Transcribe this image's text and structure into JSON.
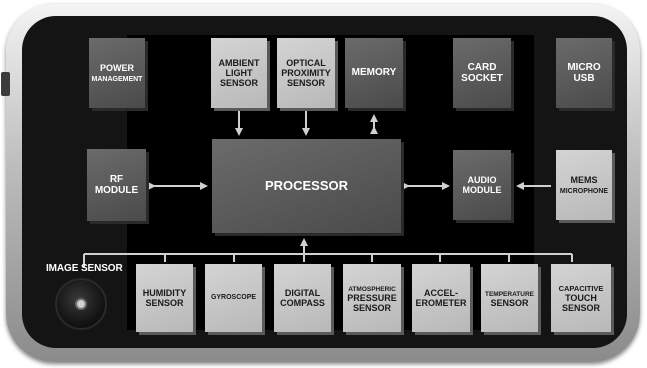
{
  "diagram": {
    "blocks": {
      "power_management": {
        "line1": "POWER",
        "line2": "MANAGEMENT"
      },
      "ambient_light_sensor": {
        "text": "AMBIENT LIGHT SENSOR"
      },
      "optical_proximity_sensor": {
        "text": "OPTICAL PROXIMITY SENSOR"
      },
      "memory": {
        "text": "MEMORY"
      },
      "card_socket": {
        "text": "CARD SOCKET"
      },
      "micro_usb": {
        "text": "MICRO USB"
      },
      "rf_module": {
        "text": "RF MODULE"
      },
      "processor": {
        "text": "PROCESSOR"
      },
      "audio_module": {
        "text": "AUDIO MODULE"
      },
      "mems_microphone": {
        "line1": "MEMS",
        "line2": "MICROPHONE"
      },
      "humidity_sensor": {
        "text": "HUMIDITY SENSOR"
      },
      "gyroscope": {
        "text": "GYROSCOPE"
      },
      "digital_compass": {
        "text": "DIGITAL COMPASS"
      },
      "atmospheric_pressure_sensor": {
        "line1": "ATMOSPHERIC",
        "line2": "PRESSURE SENSOR"
      },
      "accelerometer": {
        "text": "ACCEL-EROMETER"
      },
      "temperature_sensor": {
        "line1": "TEMPERATURE",
        "line2": "SENSOR"
      },
      "capacitive_touch_sensor": {
        "line1": "CAPACITIVE",
        "line2": "TOUCH SENSOR"
      }
    },
    "image_sensor_label": "IMAGE SENSOR",
    "colors": {
      "dark_block": "#555555",
      "light_block": "#c6c6c6",
      "connector": "#d0d0d0",
      "bezel": "#141414"
    }
  }
}
